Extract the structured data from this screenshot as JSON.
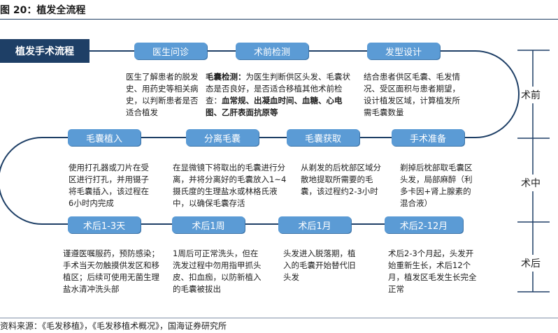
{
  "figure_title": "图 20：植发全流程",
  "main_label": "植发手术流程",
  "phases": [
    {
      "label": "术前"
    },
    {
      "label": "术中"
    },
    {
      "label": "术后"
    }
  ],
  "row1": {
    "steps": [
      {
        "label": "医生问诊"
      },
      {
        "label": "术前检测"
      },
      {
        "label": "发型设计"
      }
    ],
    "desc1": "医生了解患者的脱发史、用药史等相关病史，以判断患者是否适合植发",
    "desc2_lead": "毛囊检测：",
    "desc2_mid": "为医生判断供区头发、毛囊状态是否良好，是否适合移植其他术前检查：",
    "desc2_bold": "血常规、出凝血时间、血糖、心电图、乙肝表面抗原等",
    "desc3": "结合患者供区毛囊、毛发情况、受区面积与患者期望，设计植发区域，计算植发所需毛囊数量"
  },
  "row2": {
    "steps": [
      {
        "label": "毛囊植入"
      },
      {
        "label": "分离毛囊"
      },
      {
        "label": "毛囊获取"
      },
      {
        "label": "手术准备"
      }
    ],
    "descs": [
      "使用打孔器或刀片在受区进行打孔，并用镊子将毛囊插入，该过程在6小时内完成",
      "在显微镜下将取出的毛囊进行分离，并将分离好的毛囊放入1~4摄氏度的生理盐水或林格氏液中，以确保毛囊存活",
      "从剃发的后枕部区域分散地提取所需要的毛囊，该过程约2-3小时",
      "剃掉后枕部取毛囊区头发，局部麻醉（利多卡因+肾上腺素的混合液）"
    ]
  },
  "row3": {
    "steps": [
      {
        "label": "术后1-3天"
      },
      {
        "label": "术后1周"
      },
      {
        "label": "术后1月"
      },
      {
        "label": "术后2-12月"
      }
    ],
    "descs": [
      "谨遵医嘱服药，预防感染；手术当天勿触摸供发区和移植区；后续可使用无菌生理盐水清冲洗头部",
      "1周后可正常洗头，但在洗发过程中勿用指甲抓头皮、扣血痂，以防新植入的毛囊被拔出",
      "头发进入脱落期，植入的毛囊开始替代旧头发",
      "术后2-3个月起，头发开始重新生长，术后12个月，植发区毛发生长完全正常"
    ]
  },
  "source": "资料来源：《毛发移植》，《毛发移植术概况》，国海证券研究所"
}
